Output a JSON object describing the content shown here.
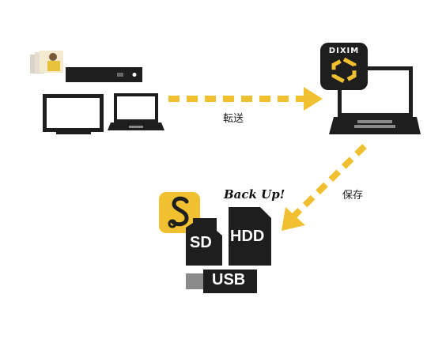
{
  "labels": {
    "transfer": "転送",
    "save": "保存"
  },
  "dixim": {
    "name": "DIXIM"
  },
  "storage": {
    "backup": "Back Up!",
    "sd": "SD",
    "hdd": "HDD",
    "usb": "USB"
  },
  "colors": {
    "accent": "#f0c030",
    "dark": "#1e1e1e",
    "gray": "#8a8a8a"
  },
  "icons": [
    "tv-icon",
    "set-top-box-icon",
    "laptop-icon",
    "dixim-app-icon",
    "s-app-icon",
    "sd-card-icon",
    "hdd-icon",
    "usb-stick-icon",
    "arrow-right-icon",
    "arrow-down-left-icon"
  ]
}
